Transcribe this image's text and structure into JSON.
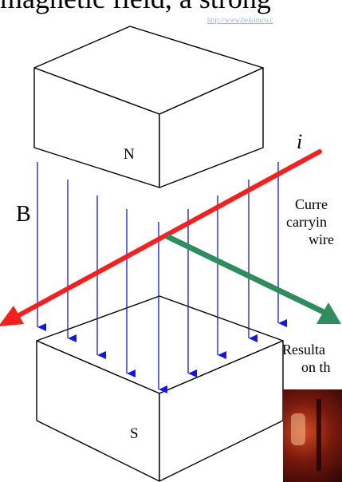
{
  "heading": "magnetic field, a strong",
  "source_url": "http://www.beikimco.c",
  "labels": {
    "north_pole": "N",
    "south_pole": "S",
    "field": "B",
    "current": "i"
  },
  "notes": {
    "wire_lines": [
      "Curre",
      "carryin",
      "wire"
    ],
    "force_lines": [
      "Resulta",
      "on th"
    ]
  },
  "colors": {
    "field_lines": "#1414e6",
    "current_wire": "#f2201e",
    "force_vector": "#2f8c5c",
    "outline": "#000000"
  },
  "field_line_count": 9
}
